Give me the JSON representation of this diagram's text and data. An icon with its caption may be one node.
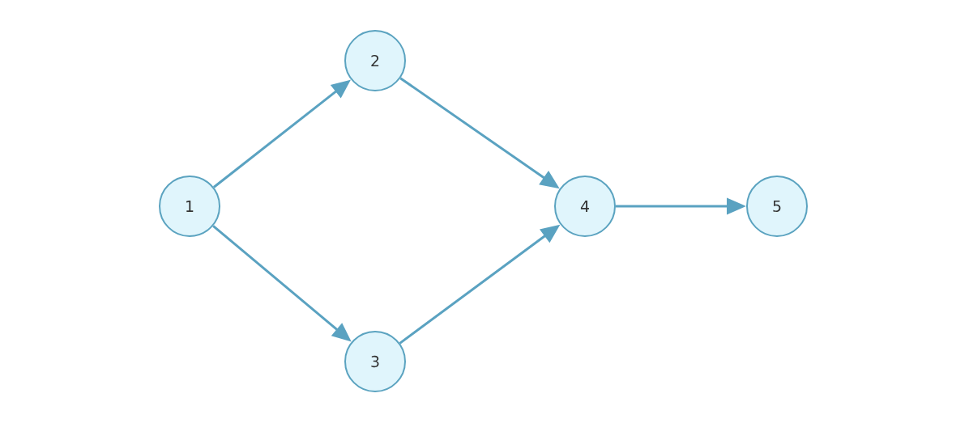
{
  "diagram": {
    "nodes": [
      {
        "text": [
          "1"
        ]
      },
      {
        "text": [
          "2"
        ]
      },
      {
        "text": [
          "3"
        ]
      },
      {
        "text": [
          "4"
        ]
      },
      {
        "text": [
          "5"
        ]
      }
    ],
    "edges": [
      {
        "from": 0,
        "to": 1,
        "arrow": "to"
      },
      {
        "from": 0,
        "to": 2,
        "arrow": "to"
      },
      {
        "from": 1,
        "to": 3,
        "arrow": "to"
      },
      {
        "from": 2,
        "to": 3,
        "arrow": "to"
      },
      {
        "from": 3,
        "to": 4,
        "arrow": "to"
      }
    ]
  }
}
